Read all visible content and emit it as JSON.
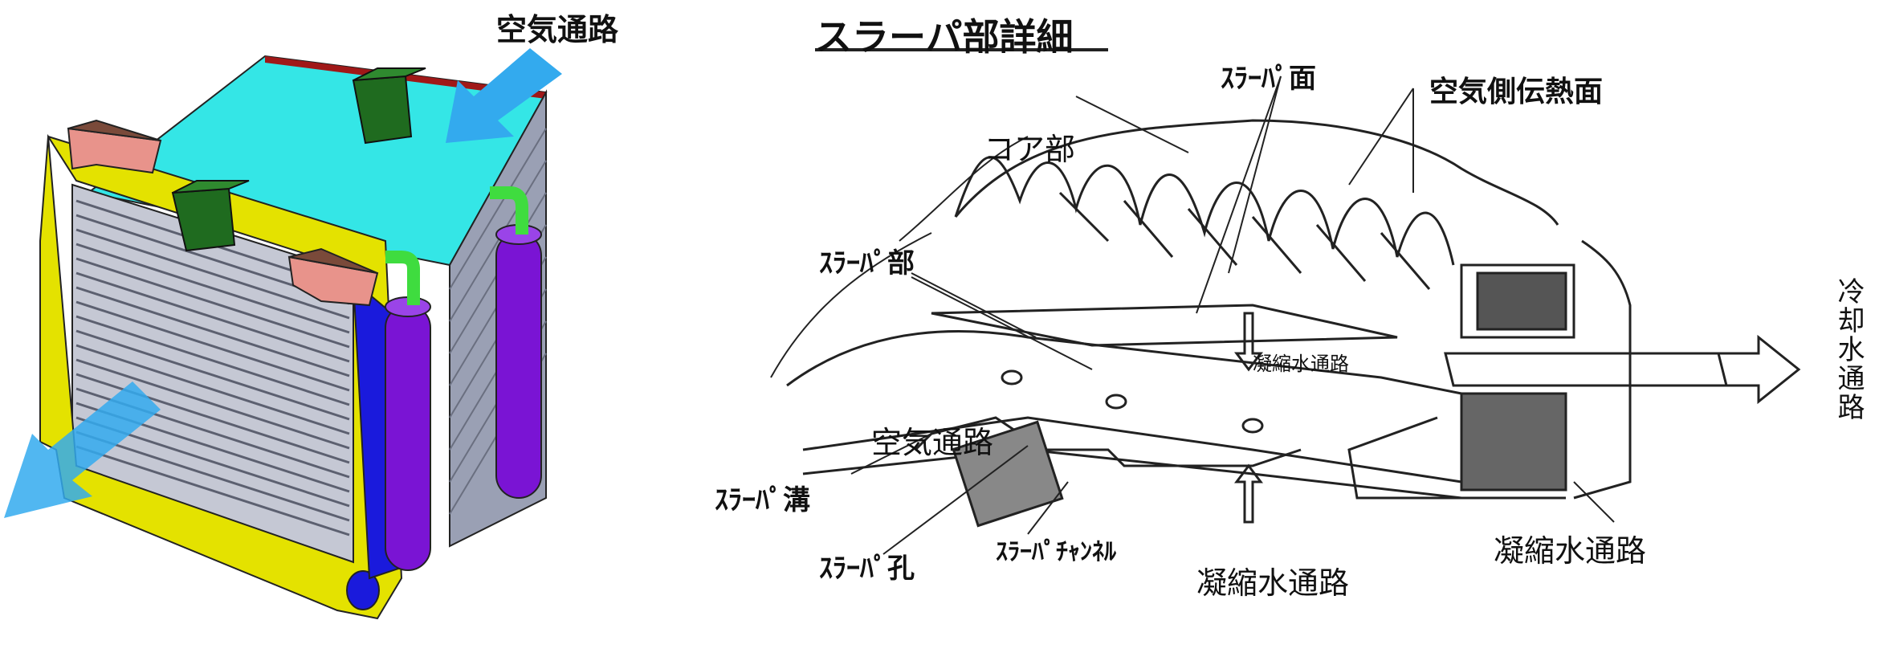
{
  "left_panel": {
    "air_passage_label": "空気通路",
    "colors": {
      "top_plate": "#34e6e6",
      "frame": "#e4e200",
      "side_tank": "#7a14d4",
      "pipe": "#3fdc3f",
      "connector": "#1f6b1f",
      "flange": "#e8938b",
      "core_fin": "#8a8a9a",
      "edge_red": "#a01818",
      "blue_panel": "#1a1adc",
      "arrow": "#33aaee"
    }
  },
  "right_panel": {
    "title": "スラーパ部詳細",
    "labels": {
      "slurper_face": "ｽﾗｰﾊﾟ面",
      "air_side_surface": "空気側伝熱面",
      "core_section": "コア部",
      "slurper_section": "ｽﾗｰﾊﾟ部",
      "condensate_passage_inner": "凝縮水通路",
      "air_passage": "空気通路",
      "slurper_groove": "ｽﾗｰﾊﾟ溝",
      "slurper_hole": "ｽﾗｰﾊﾟ孔",
      "slurper_channel": "ｽﾗｰﾊﾟﾁｬﾝﾈﾙ",
      "condensate_passage_bottom": "凝縮水通路",
      "condensate_passage_right": "凝縮水通路",
      "coolant_passage": "冷却水通路"
    }
  }
}
